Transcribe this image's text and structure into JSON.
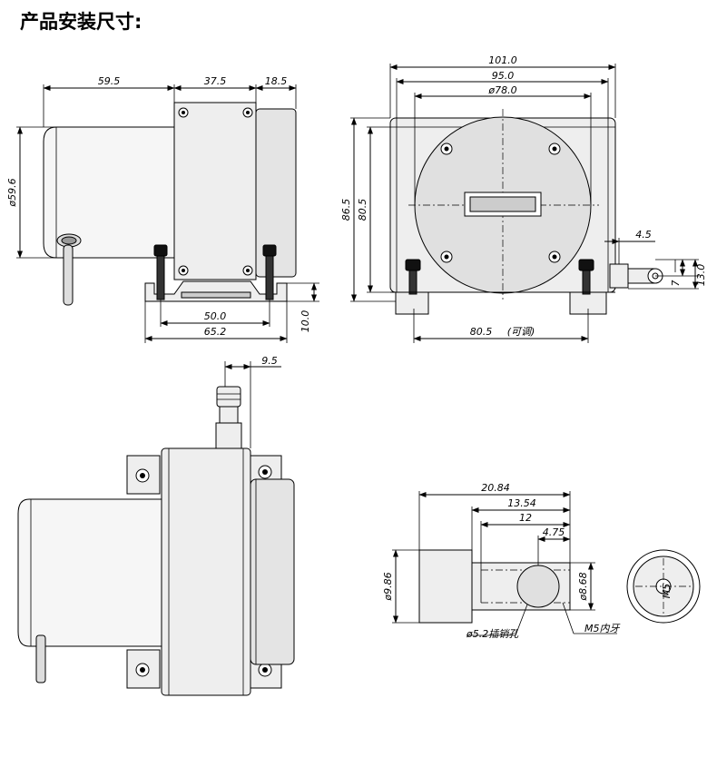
{
  "title": "产品安装尺寸:",
  "front_view": {
    "dim_motor_length": "59.5",
    "dim_box_width": "37.5",
    "dim_cover_width": "18.5",
    "dim_motor_diameter": "ø59.6",
    "dim_inner_base": "50.0",
    "dim_outer_base": "65.2",
    "dim_base_height": "10.0"
  },
  "side_view": {
    "dim_total_width": "101.0",
    "dim_inner_width": "95.0",
    "dim_circle_diameter": "ø78.0",
    "dim_total_height": "86.5",
    "dim_inner_height": "80.5",
    "dim_cable_offset": "4.5",
    "dim_eye_height": "7",
    "dim_cable_height": "13.0",
    "dim_mount_spacing": "80.5",
    "dim_mount_note": "(可调)"
  },
  "top_view": {
    "dim_cable_offset": "9.5"
  },
  "connector_detail": {
    "dim_total_length": "20.84",
    "dim_shaft_length": "13.54",
    "dim_hole_offset": "12",
    "dim_hole_center": "4.75",
    "dim_body_diameter": "ø9.86",
    "dim_shaft_diameter": "ø8.68",
    "pin_hole_label": "ø5.2插销孔",
    "thread_label": "M5内牙",
    "end_view_mark": "M5"
  }
}
